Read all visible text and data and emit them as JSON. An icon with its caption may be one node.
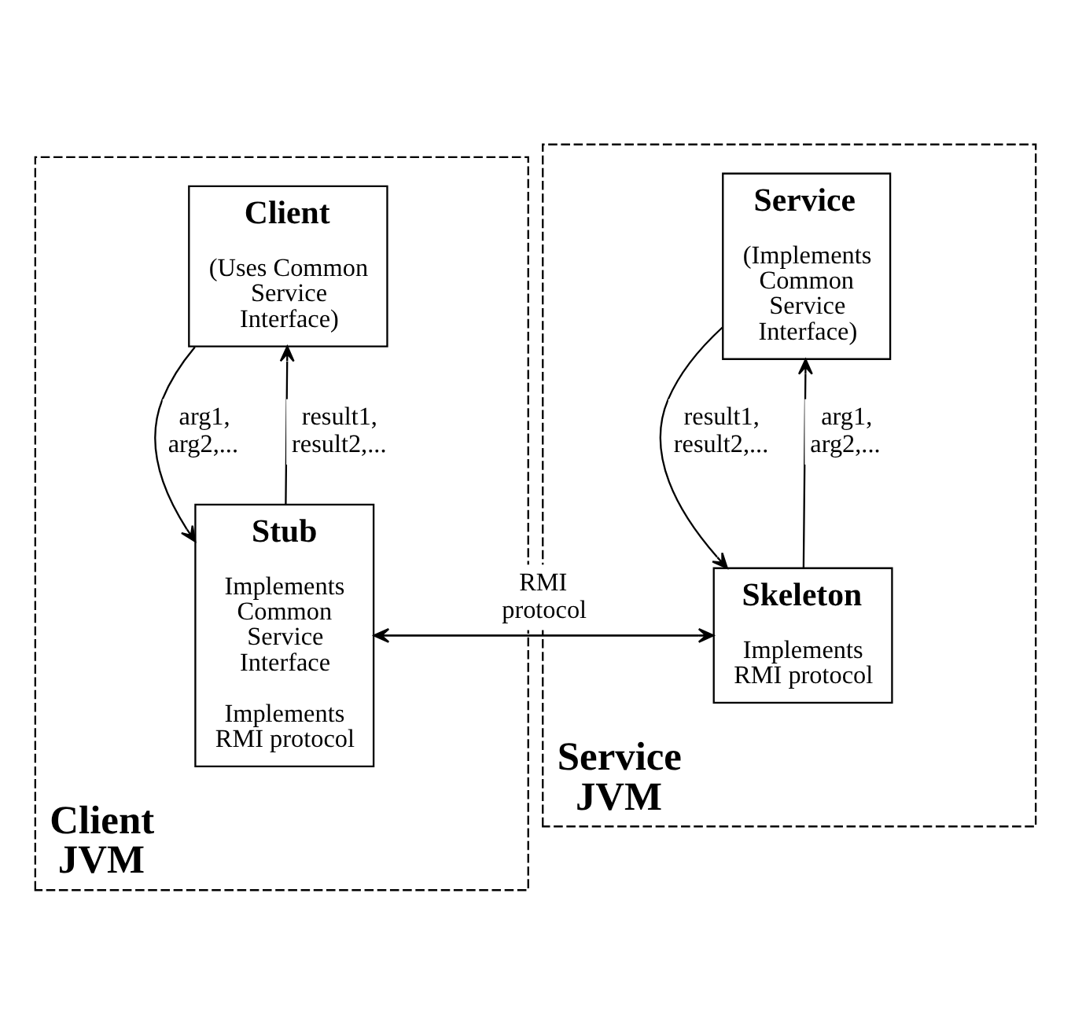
{
  "diagram": {
    "nodes": [
      {
        "text": [
          "Client JVM"
        ]
      },
      {
        "text": [
          "Client",
          "(Uses Common Service Interface)"
        ],
        "in": 0
      },
      {
        "text": [
          "Stub",
          "Implements Common Service Interface",
          "Implements RMI protocol"
        ],
        "in": 0
      },
      {
        "text": [
          "Service JVM"
        ]
      },
      {
        "text": [
          "Service",
          "(Implements Common Service Interface)"
        ],
        "in": 3
      },
      {
        "text": [
          "Skeleton",
          "Implements RMI protocol"
        ],
        "in": 3
      }
    ],
    "edges": [
      {
        "from": 1,
        "to": 2,
        "arrow": "to",
        "label": "arg1, arg2,..."
      },
      {
        "from": 2,
        "to": 1,
        "arrow": "to",
        "label": "result1, result2,..."
      },
      {
        "from": 5,
        "to": 4,
        "arrow": "to",
        "label": "arg1, arg2,..."
      },
      {
        "from": 4,
        "to": 5,
        "arrow": "to",
        "label": "result1, result2,..."
      },
      {
        "from": 5,
        "to": 2,
        "arrow": "to"
      },
      {
        "from": 2,
        "to": 5,
        "arrow": "to",
        "label": "RMI protocol"
      }
    ]
  }
}
